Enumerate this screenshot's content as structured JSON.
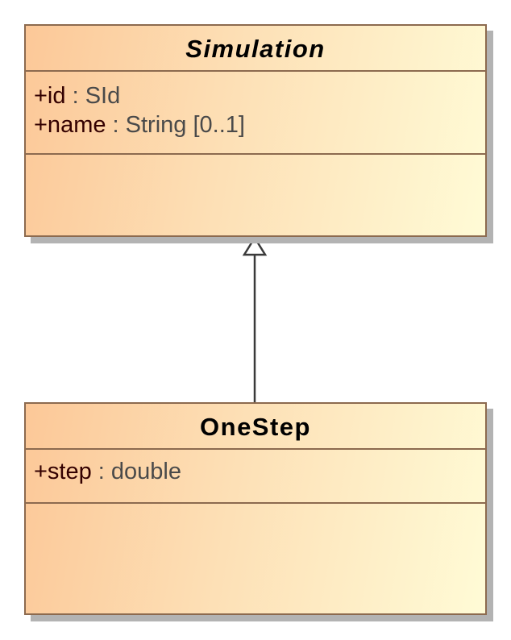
{
  "classes": {
    "simulation": {
      "name": "Simulation",
      "abstract": true,
      "attributes": [
        {
          "name": "+id",
          "separator": " : ",
          "type": "SId"
        },
        {
          "name": "+name",
          "separator": " : ",
          "type": "String [0..1]"
        }
      ],
      "operations": []
    },
    "onestep": {
      "name": "OneStep",
      "abstract": false,
      "attributes": [
        {
          "name": "+step",
          "separator": " : ",
          "type": "double"
        }
      ],
      "operations": []
    }
  },
  "relationships": [
    {
      "type": "generalization",
      "from": "OneStep",
      "to": "Simulation"
    }
  ],
  "colors": {
    "border": "#8c6a4f",
    "fill_start": "#fcc898",
    "fill_end": "#fffbd6",
    "shadow": "#b3b3b3",
    "line": "#3a3a3a"
  }
}
